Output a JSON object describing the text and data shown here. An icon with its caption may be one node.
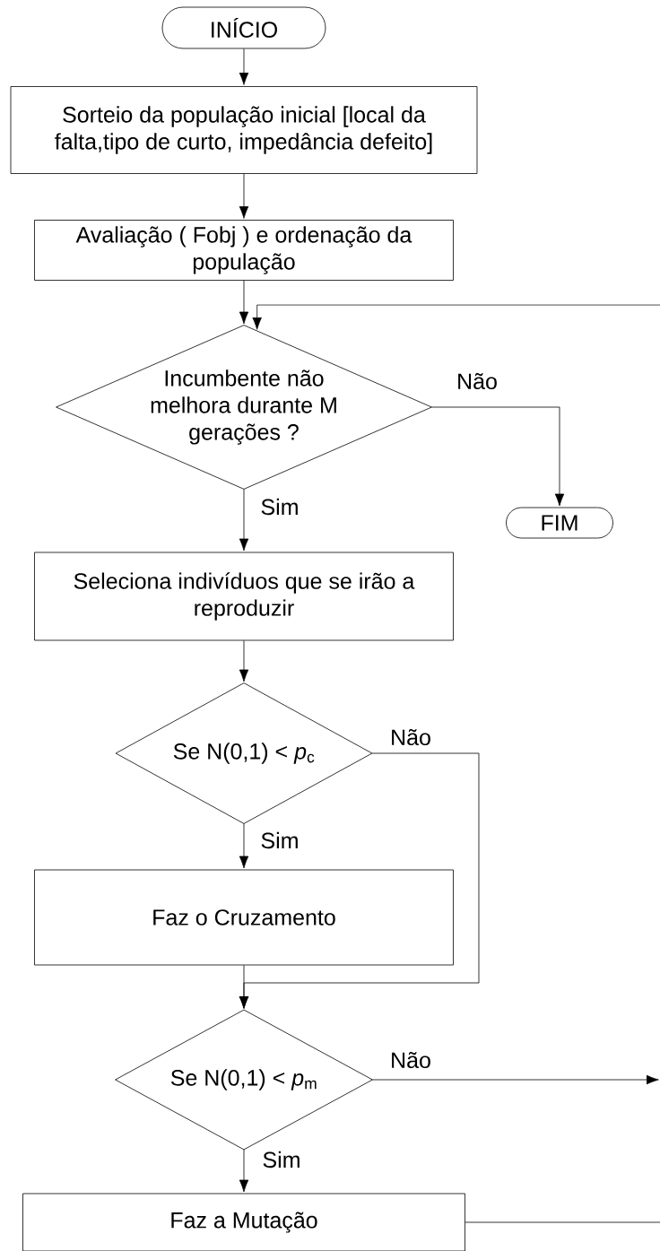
{
  "diagram": {
    "nodes": [
      {
        "text": [
          "INÍCIO"
        ]
      },
      {
        "text": [
          "Sorteio da população inicial [local da falta,tipo de curto, impedância defeito]"
        ]
      },
      {
        "text": [
          "Avaliação ( Fobj ) e ordenação da população"
        ]
      },
      {
        "text": [
          "Incumbente não melhora durante M gerações ?"
        ]
      },
      {
        "text": [
          "FIM"
        ]
      },
      {
        "text": [
          "Seleciona indivíduos que se irão a reproduzir"
        ]
      },
      {
        "text": [
          "Se  N(0,1) < *p*$_{c}$"
        ]
      },
      {
        "text": [
          "Faz o Cruzamento"
        ]
      },
      {
        "text": [
          "Se  N(0,1) < *p*$_{m}$"
        ]
      },
      {
        "text": [
          "Faz a Mutação"
        ]
      }
    ],
    "edges": [
      {
        "from": 0,
        "to": 1,
        "arrow": "to"
      },
      {
        "from": 1,
        "to": 2,
        "arrow": "to"
      },
      {
        "from": 2,
        "to": 3,
        "arrow": "to"
      },
      {
        "from": 3,
        "to": 4,
        "arrow": "to",
        "label": "Não"
      },
      {
        "from": 3,
        "to": 5,
        "arrow": "to",
        "label": "Sim"
      },
      {
        "from": 5,
        "to": 6,
        "arrow": "to"
      },
      {
        "from": 6,
        "to": 7,
        "arrow": "to",
        "label": "Sim"
      },
      {
        "from": 6,
        "to": 8,
        "arrow": "to",
        "label": "Não"
      },
      {
        "from": 7,
        "to": 8,
        "arrow": "to"
      },
      {
        "from": 8,
        "to": 9,
        "arrow": "to",
        "label": "Sim"
      },
      {
        "from": 8,
        "to": null,
        "arrow": "to",
        "label": "Não"
      },
      {
        "from": 9,
        "to": null,
        "arrow": "none"
      },
      {
        "from": null,
        "to": 3,
        "arrow": "to"
      }
    ]
  }
}
